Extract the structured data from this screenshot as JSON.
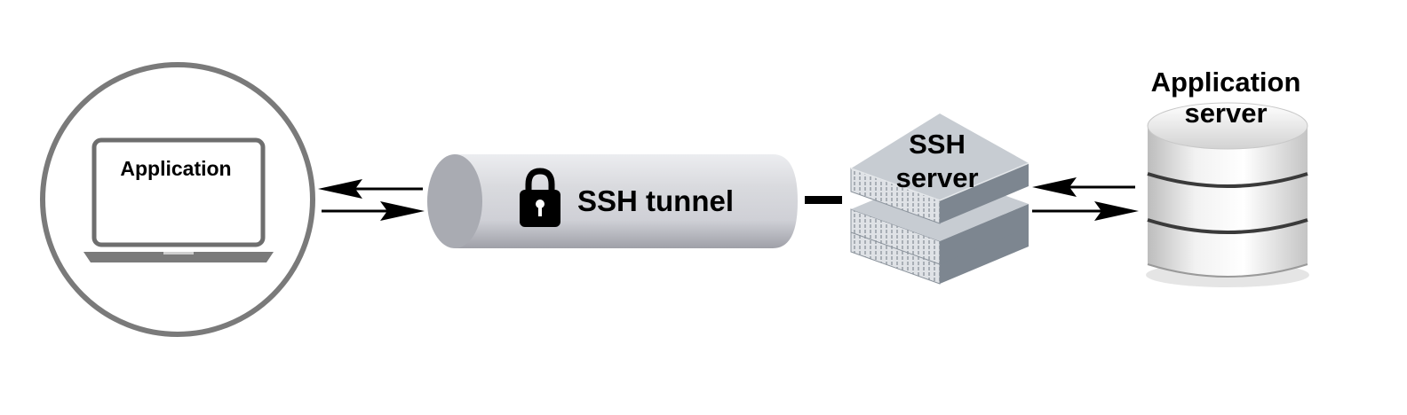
{
  "diagram": {
    "client": {
      "label": "Application",
      "icon": "laptop-icon"
    },
    "tunnel": {
      "label": "SSH tunnel",
      "icon": "lock-icon"
    },
    "ssh_server": {
      "label_line1": "SSH",
      "label_line2": "server",
      "icon": "server-rack-icon"
    },
    "app_server": {
      "label_line1": "Application",
      "label_line2": "server",
      "icon": "database-icon"
    },
    "colors": {
      "circle": "#7a7a7a",
      "laptop": "#6e6e6e",
      "tunnel_body": "#d9dade",
      "rack_top": "#c7ccd2",
      "rack_side": "#7d8690",
      "cylinder": "#e6e6e6",
      "arrow": "#000000"
    }
  }
}
